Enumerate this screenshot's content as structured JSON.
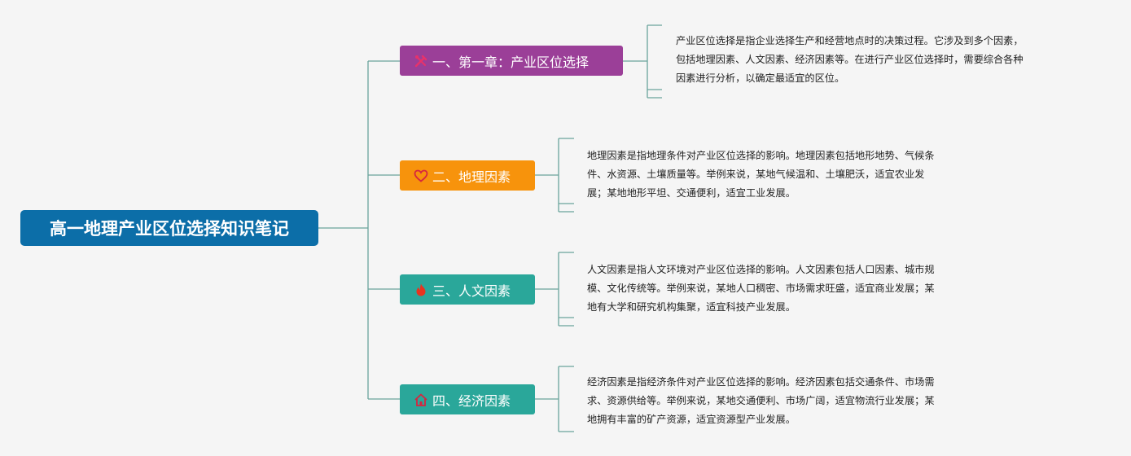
{
  "root": {
    "title": "高一地理产业区位选择知识笔记"
  },
  "branches": [
    {
      "label": "一、第一章：产业区位选择",
      "icon": "tools-icon",
      "color": "#9b3f98",
      "note": [
        "产业区位选择是指企业选择生产和经营地点时的决策过程。它涉及到多个因素，",
        "包括地理因素、人文因素、经济因素等。在进行产业区位选择时，需要综合各种",
        "因素进行分析，以确定最适宜的区位。"
      ]
    },
    {
      "label": "二、地理因素",
      "icon": "heart-icon",
      "color": "#f7930c",
      "note": [
        "地理因素是指地理条件对产业区位选择的影响。地理因素包括地形地势、气候条",
        "件、水资源、土壤质量等。举例来说，某地气候温和、土壤肥沃，适宜农业发",
        "展；某地地形平坦、交通便利，适宜工业发展。"
      ]
    },
    {
      "label": "三、人文因素",
      "icon": "fire-icon",
      "color": "#2aa79a",
      "note": [
        "人文因素是指人文环境对产业区位选择的影响。人文因素包括人口因素、城市规",
        "模、文化传统等。举例来说，某地人口稠密、市场需求旺盛，适宜商业发展；某",
        "地有大学和研究机构集聚，适宜科技产业发展。"
      ]
    },
    {
      "label": "四、经济因素",
      "icon": "home-icon",
      "color": "#2aa79a",
      "note": [
        "经济因素是指经济条件对产业区位选择的影响。经济因素包括交通条件、市场需",
        "求、资源供给等。举例来说，某地交通便利、市场广阔，适宜物流行业发展；某",
        "地拥有丰富的矿产资源，适宜资源型产业发展。"
      ]
    }
  ]
}
